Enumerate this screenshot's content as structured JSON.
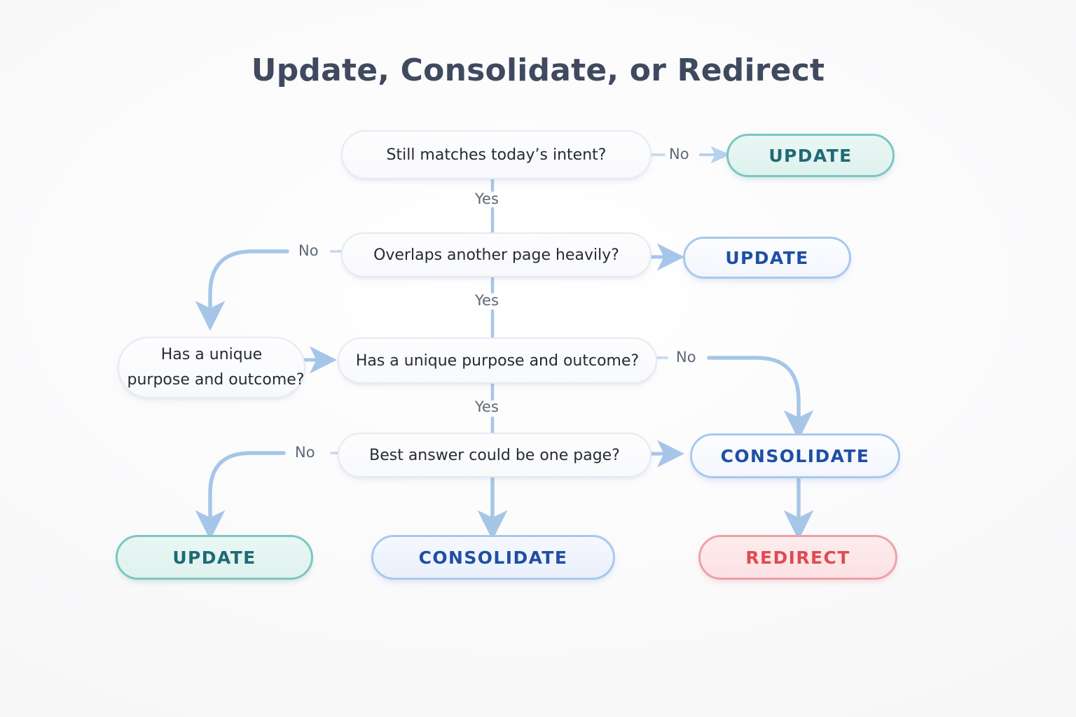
{
  "title": "Update, Consolidate, or Redirect",
  "colors": {
    "background": "#fafafa",
    "title_text": "#3f4a5f",
    "decision_border": "#e7e9f3",
    "decision_text": "#262b33",
    "connector": "#a6c6e8",
    "edge_label_text": "#5d6875",
    "update_teal_border": "#7cc6c2",
    "update_teal_text": "#1f6a75",
    "update_teal_fill": "#e5f5f1",
    "consolidate_blue_border": "#a8c8ee",
    "consolidate_blue_text": "#1e4fa3",
    "consolidate_blue_fill": "#f2f6fd",
    "redirect_red_border": "#efa1a5",
    "redirect_red_text": "#e04b52",
    "redirect_red_fill": "#fce9eb"
  },
  "nodes": {
    "q1": {
      "text": "Still matches today’s intent?",
      "type": "decision"
    },
    "q2": {
      "text": "Overlaps another page heavily?",
      "type": "decision"
    },
    "q3_left": {
      "line1": "Has a unique",
      "line2": "purpose and outcome?",
      "type": "decision"
    },
    "q3_center": {
      "text": "Has a unique purpose and outcome?",
      "type": "decision"
    },
    "q4": {
      "text": "Best answer could be one page?",
      "type": "decision"
    },
    "t_update_top": {
      "text": "UPDATE",
      "type": "terminal",
      "variant": "teal"
    },
    "t_update_row2": {
      "text": "UPDATE",
      "type": "terminal",
      "variant": "blue"
    },
    "t_consolidate_right": {
      "text": "CONSOLIDATE",
      "type": "terminal",
      "variant": "blue"
    },
    "t_update_bottom": {
      "text": "UPDATE",
      "type": "terminal",
      "variant": "teal"
    },
    "t_consolidate_bottom": {
      "text": "CONSOLIDATE",
      "type": "terminal",
      "variant": "blue"
    },
    "t_redirect_bottom": {
      "text": "REDIRECT",
      "type": "terminal",
      "variant": "red"
    }
  },
  "edge_labels": {
    "q1_no": "No",
    "q1_yes": "Yes",
    "q2_no": "No",
    "q2_yes": "Yes",
    "q3_no": "No",
    "q3_yes": "Yes",
    "q4_no": "No"
  }
}
